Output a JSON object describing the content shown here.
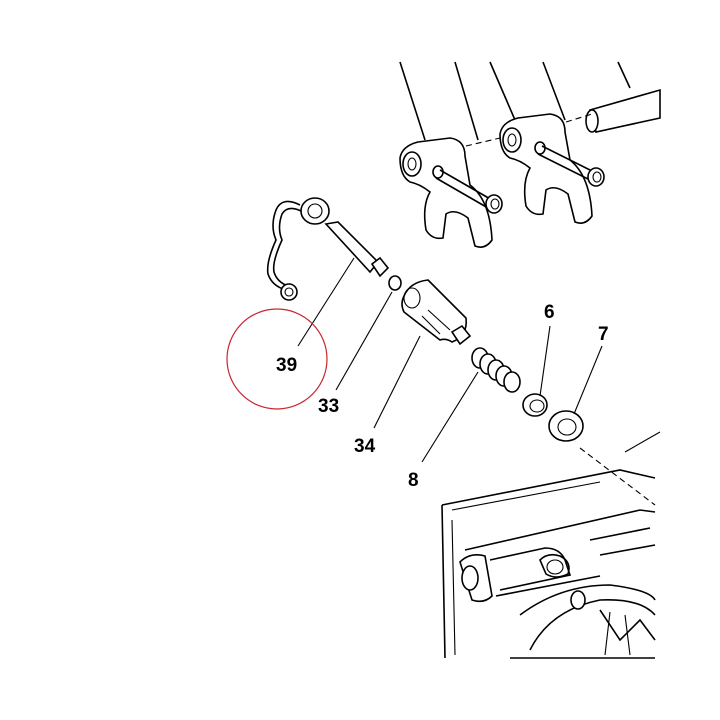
{
  "diagram": {
    "callouts": {
      "c39": "39",
      "c33": "33",
      "c34": "34",
      "c8": "8",
      "c6": "6",
      "c7": "7"
    },
    "highlight_color": "#c8262e",
    "highlighted_part": "39"
  }
}
